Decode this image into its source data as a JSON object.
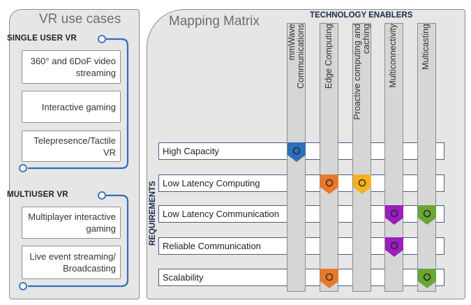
{
  "left_panel": {
    "title": "VR use cases",
    "groups": [
      {
        "name": "SINGLE USER VR",
        "cases": [
          "360° and 6DoF video streaming",
          "Interactive gaming",
          "Telepresence/Tactile VR"
        ]
      },
      {
        "name": "MULTIUSER VR",
        "cases": [
          "Multiplayer interactive gaming",
          "Live event streaming/ Broadcasting"
        ]
      }
    ]
  },
  "right_panel": {
    "title": "Mapping Matrix",
    "tech_header": "TECHNOLOGY ENABLERS",
    "req_label": "REQUIREMENTS",
    "enablers": [
      "mmWave Communications",
      "Edge Computing",
      "Proactive computing and caching",
      "Multiconnectivity",
      "Multicasting"
    ],
    "requirements": [
      "High Capacity",
      "Low Latency Computing",
      "Low Latency Communication",
      "Reliable Communication",
      "Scalability"
    ],
    "enabler_colors": [
      "#2f6fb6",
      "#e8792a",
      "#f5b21c",
      "#9b1fbd",
      "#6aa537"
    ],
    "connector_color": "#2f6fb6"
  }
}
